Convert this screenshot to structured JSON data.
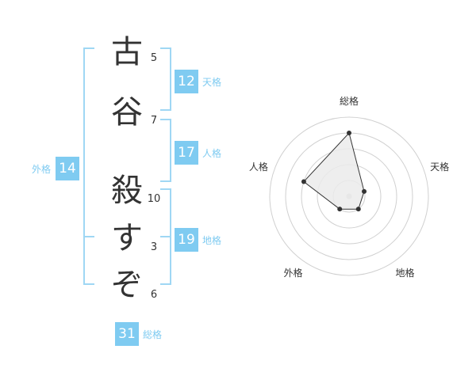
{
  "name_chars": [
    {
      "char": "古",
      "strokes": "5"
    },
    {
      "char": "谷",
      "strokes": "7"
    },
    {
      "char": "殺",
      "strokes": "10"
    },
    {
      "char": "す",
      "strokes": "3"
    },
    {
      "char": "ぞ",
      "strokes": "6"
    }
  ],
  "fortunes": {
    "tenkaku": {
      "label": "天格",
      "value": "12"
    },
    "jinkaku": {
      "label": "人格",
      "value": "17"
    },
    "chikaku": {
      "label": "地格",
      "value": "19"
    },
    "gaikaku": {
      "label": "外格",
      "value": "14"
    },
    "soukaku": {
      "label": "総格",
      "value": "31"
    }
  },
  "colors": {
    "accent": "#7fcbf1",
    "bracket": "#9fd7f4",
    "text": "#333333",
    "radar_fill": "#ebebeb",
    "ring": "#d0d0d0"
  },
  "chart_data": {
    "type": "radar",
    "axes": [
      "総格",
      "天格",
      "地格",
      "外格",
      "人格"
    ],
    "values": [
      4.0,
      1.0,
      1.0,
      1.0,
      3.0
    ],
    "max": 5,
    "rings": 5
  }
}
